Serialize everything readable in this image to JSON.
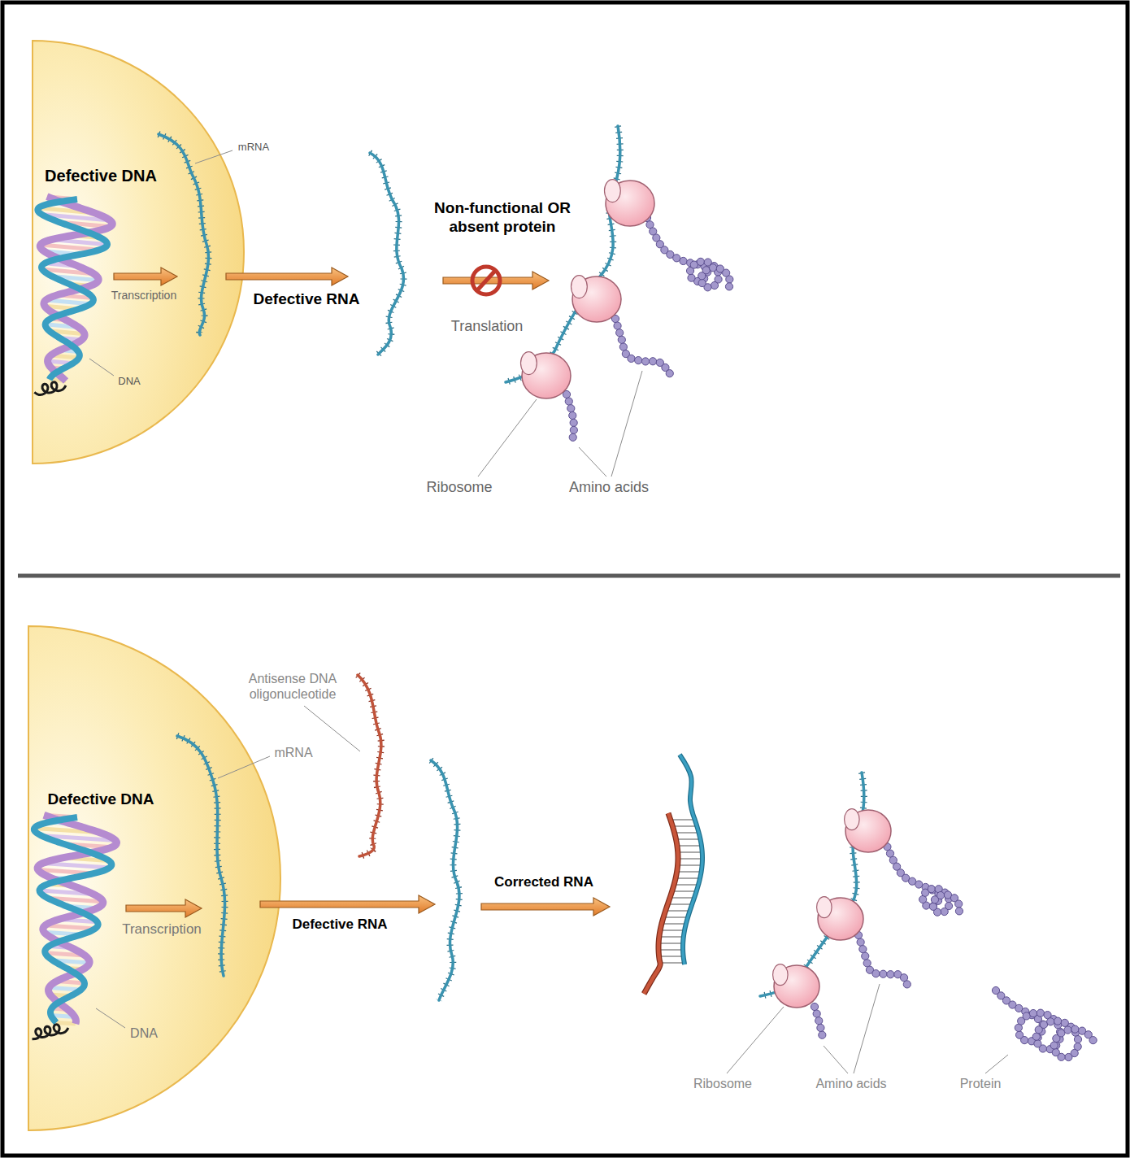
{
  "diagram": {
    "nodes": [
      {
        "text": [
          "Defective DNA",
          "Transcription",
          "DNA"
        ]
      },
      {
        "text": [
          "Defective DNA",
          "Transcription",
          "DNA"
        ]
      }
    ],
    "labels": [
      "mRNA",
      "Defective RNA",
      "Non-functional OR absent protein",
      "Translation",
      "Ribosome",
      "Amino acids",
      "Antisense DNA oligonucleotide",
      "mRNA",
      "Defective RNA",
      "Corrected RNA",
      "Ribosome",
      "Amino acids",
      "Protein"
    ]
  }
}
